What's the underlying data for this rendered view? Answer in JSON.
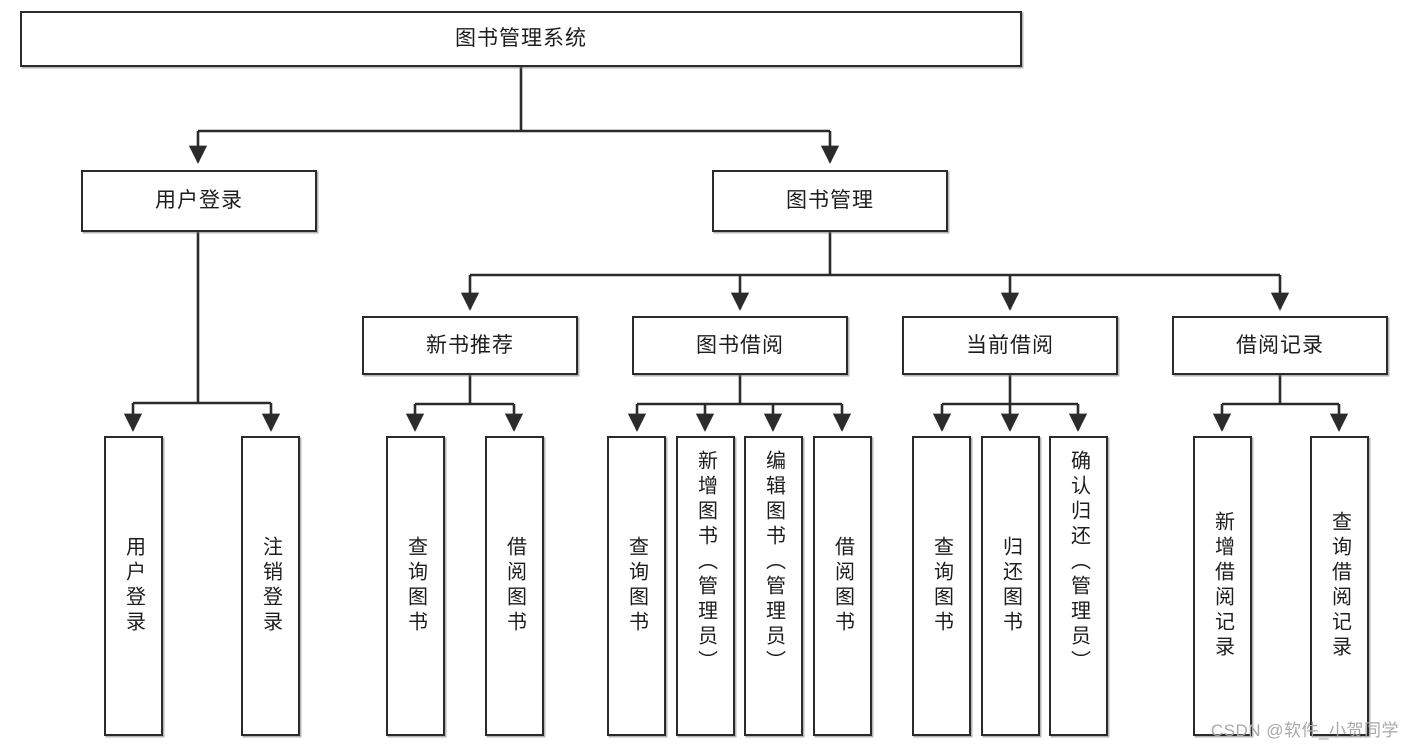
{
  "diagram": {
    "type": "tree-hierarchy",
    "title": "图书管理系统",
    "watermark": "CSDN @软件_小贺同学",
    "colors": {
      "box_border": "#2b2b2b",
      "box_fill": "#ffffff",
      "connector": "#2b2b2b",
      "text": "#1d1d1d",
      "watermark": "#a8a8a8"
    },
    "root": {
      "label": "图书管理系统"
    },
    "level2": [
      {
        "label": "用户登录"
      },
      {
        "label": "图书管理"
      }
    ],
    "level3": [
      {
        "label": "新书推荐"
      },
      {
        "label": "图书借阅"
      },
      {
        "label": "当前借阅"
      },
      {
        "label": "借阅记录"
      }
    ],
    "leaves": {
      "user_login": [
        {
          "label": "用户登录"
        },
        {
          "label": "注销登录"
        }
      ],
      "new_book": [
        {
          "label": "查询图书"
        },
        {
          "label": "借阅图书"
        }
      ],
      "book_borrow": [
        {
          "label": "查询图书"
        },
        {
          "label": "新增图书（管理员）"
        },
        {
          "label": "编辑图书（管理员）"
        },
        {
          "label": "借阅图书"
        }
      ],
      "current_borrow": [
        {
          "label": "查询图书"
        },
        {
          "label": "归还图书"
        },
        {
          "label": "确认归还（管理员）"
        }
      ],
      "borrow_record": [
        {
          "label": "新增借阅记录"
        },
        {
          "label": "查询借阅记录"
        }
      ]
    }
  }
}
